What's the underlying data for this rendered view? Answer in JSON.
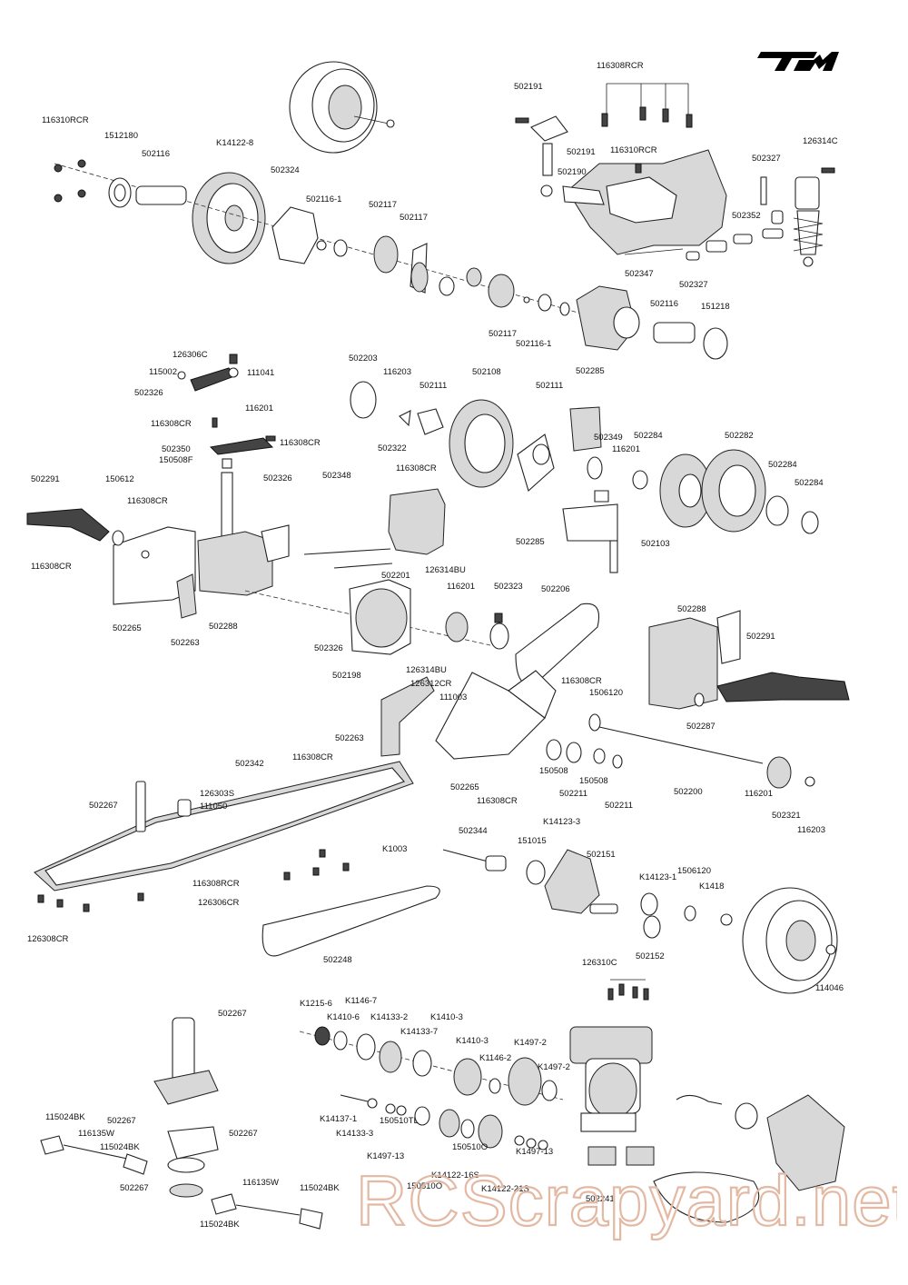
{
  "logo": {
    "text": "TM"
  },
  "watermark": {
    "text": "RCScrapyard.net"
  },
  "labels": [
    {
      "id": "l1",
      "text": "116310RCR"
    },
    {
      "id": "l2",
      "text": "1512180"
    },
    {
      "id": "l3",
      "text": "502116"
    },
    {
      "id": "l4",
      "text": "K14122-8"
    },
    {
      "id": "l5",
      "text": "502324"
    },
    {
      "id": "l6",
      "text": "502116-1"
    },
    {
      "id": "l7",
      "text": "502117"
    },
    {
      "id": "l8",
      "text": "502117"
    },
    {
      "id": "l9",
      "text": "502117"
    },
    {
      "id": "l10",
      "text": "502116-1"
    },
    {
      "id": "l11",
      "text": "502116"
    },
    {
      "id": "l12",
      "text": "151218"
    },
    {
      "id": "l13",
      "text": "502191"
    },
    {
      "id": "l14",
      "text": "116308RCR"
    },
    {
      "id": "l15",
      "text": "502191"
    },
    {
      "id": "l16",
      "text": "116310RCR"
    },
    {
      "id": "l17",
      "text": "502190"
    },
    {
      "id": "l18",
      "text": "502327"
    },
    {
      "id": "l19",
      "text": "126314C"
    },
    {
      "id": "l20",
      "text": "502352"
    },
    {
      "id": "l21",
      "text": "502347"
    },
    {
      "id": "l22",
      "text": "502327"
    },
    {
      "id": "l23",
      "text": "126306C"
    },
    {
      "id": "l24",
      "text": "115002"
    },
    {
      "id": "l25",
      "text": "111041"
    },
    {
      "id": "l26",
      "text": "502326"
    },
    {
      "id": "l27",
      "text": "116201"
    },
    {
      "id": "l28",
      "text": "116308CR"
    },
    {
      "id": "l29",
      "text": "502350"
    },
    {
      "id": "l30",
      "text": "116308CR"
    },
    {
      "id": "l31",
      "text": "150508F"
    },
    {
      "id": "l32",
      "text": "502326"
    },
    {
      "id": "l33",
      "text": "502203"
    },
    {
      "id": "l34",
      "text": "116203"
    },
    {
      "id": "l35",
      "text": "502111"
    },
    {
      "id": "l36",
      "text": "502108"
    },
    {
      "id": "l37",
      "text": "502111"
    },
    {
      "id": "l38",
      "text": "502285"
    },
    {
      "id": "l39",
      "text": "502349"
    },
    {
      "id": "l40",
      "text": "502284"
    },
    {
      "id": "l41",
      "text": "116201"
    },
    {
      "id": "l42",
      "text": "502282"
    },
    {
      "id": "l43",
      "text": "502284"
    },
    {
      "id": "l44",
      "text": "502284"
    },
    {
      "id": "l45",
      "text": "502322"
    },
    {
      "id": "l46",
      "text": "116308CR"
    },
    {
      "id": "l47",
      "text": "502348"
    },
    {
      "id": "l48",
      "text": "502291"
    },
    {
      "id": "l49",
      "text": "150612"
    },
    {
      "id": "l50",
      "text": "116308CR"
    },
    {
      "id": "l51",
      "text": "116308CR"
    },
    {
      "id": "l52",
      "text": "502265"
    },
    {
      "id": "l53",
      "text": "502263"
    },
    {
      "id": "l54",
      "text": "502288"
    },
    {
      "id": "l55",
      "text": "502285"
    },
    {
      "id": "l56",
      "text": "502103"
    },
    {
      "id": "l57",
      "text": "126314BU"
    },
    {
      "id": "l58",
      "text": "502201"
    },
    {
      "id": "l59",
      "text": "116201"
    },
    {
      "id": "l60",
      "text": "502323"
    },
    {
      "id": "l61",
      "text": "502206"
    },
    {
      "id": "l62",
      "text": "502326"
    },
    {
      "id": "l63",
      "text": "502198"
    },
    {
      "id": "l64",
      "text": "126314BU"
    },
    {
      "id": "l65",
      "text": "502288"
    },
    {
      "id": "l66",
      "text": "502291"
    },
    {
      "id": "l67",
      "text": "126312CR"
    },
    {
      "id": "l68",
      "text": "111003"
    },
    {
      "id": "l69",
      "text": "116308CR"
    },
    {
      "id": "l70",
      "text": "1506120"
    },
    {
      "id": "l71",
      "text": "502287"
    },
    {
      "id": "l72",
      "text": "502263"
    },
    {
      "id": "l73",
      "text": "502342"
    },
    {
      "id": "l74",
      "text": "116308CR"
    },
    {
      "id": "l75",
      "text": "126303S"
    },
    {
      "id": "l76",
      "text": "502267"
    },
    {
      "id": "l77",
      "text": "111050"
    },
    {
      "id": "l78",
      "text": "502265"
    },
    {
      "id": "l79",
      "text": "116308CR"
    },
    {
      "id": "l80",
      "text": "150508"
    },
    {
      "id": "l81",
      "text": "502211"
    },
    {
      "id": "l82",
      "text": "150508"
    },
    {
      "id": "l83",
      "text": "502211"
    },
    {
      "id": "l84",
      "text": "502200"
    },
    {
      "id": "l85",
      "text": "116201"
    },
    {
      "id": "l86",
      "text": "502321"
    },
    {
      "id": "l87",
      "text": "116203"
    },
    {
      "id": "l88",
      "text": "K1003"
    },
    {
      "id": "l89",
      "text": "116308RCR"
    },
    {
      "id": "l90",
      "text": "126306CR"
    },
    {
      "id": "l91",
      "text": "126308CR"
    },
    {
      "id": "l92",
      "text": "502344"
    },
    {
      "id": "l93",
      "text": "151015"
    },
    {
      "id": "l94",
      "text": "K14123-3"
    },
    {
      "id": "l95",
      "text": "502151"
    },
    {
      "id": "l96",
      "text": "K14123-1"
    },
    {
      "id": "l97",
      "text": "1506120"
    },
    {
      "id": "l98",
      "text": "K1418"
    },
    {
      "id": "l99",
      "text": "502152"
    },
    {
      "id": "l100",
      "text": "502248"
    },
    {
      "id": "l101",
      "text": "114046"
    },
    {
      "id": "l102",
      "text": "502267"
    },
    {
      "id": "l103",
      "text": "K1215-6"
    },
    {
      "id": "l104",
      "text": "K1146-7"
    },
    {
      "id": "l105",
      "text": "K1410-6"
    },
    {
      "id": "l106",
      "text": "K14133-2"
    },
    {
      "id": "l107",
      "text": "K14133-7"
    },
    {
      "id": "l108",
      "text": "K1410-3"
    },
    {
      "id": "l109",
      "text": "K1410-3"
    },
    {
      "id": "l110",
      "text": "126310C"
    },
    {
      "id": "l111",
      "text": "K1497-2"
    },
    {
      "id": "l112",
      "text": "K1146-2"
    },
    {
      "id": "l113",
      "text": "K1497-2"
    },
    {
      "id": "l114",
      "text": "115024BK"
    },
    {
      "id": "l115",
      "text": "502267"
    },
    {
      "id": "l116",
      "text": "116135W"
    },
    {
      "id": "l117",
      "text": "115024BK"
    },
    {
      "id": "l118",
      "text": "502267"
    },
    {
      "id": "l119",
      "text": "K14137-1"
    },
    {
      "id": "l120",
      "text": "K14133-3"
    },
    {
      "id": "l121",
      "text": "150510TL"
    },
    {
      "id": "l122",
      "text": "K1497-13"
    },
    {
      "id": "l123",
      "text": "150510O"
    },
    {
      "id": "l124",
      "text": "K1497-13"
    },
    {
      "id": "l125",
      "text": "K14122-16S"
    },
    {
      "id": "l126",
      "text": "150510O"
    },
    {
      "id": "l127",
      "text": "K14122-21S"
    },
    {
      "id": "l128",
      "text": "502267"
    },
    {
      "id": "l129",
      "text": "116135W"
    },
    {
      "id": "l130",
      "text": "115024BK"
    },
    {
      "id": "l131",
      "text": "115024BK"
    },
    {
      "id": "l132",
      "text": "502241"
    }
  ]
}
